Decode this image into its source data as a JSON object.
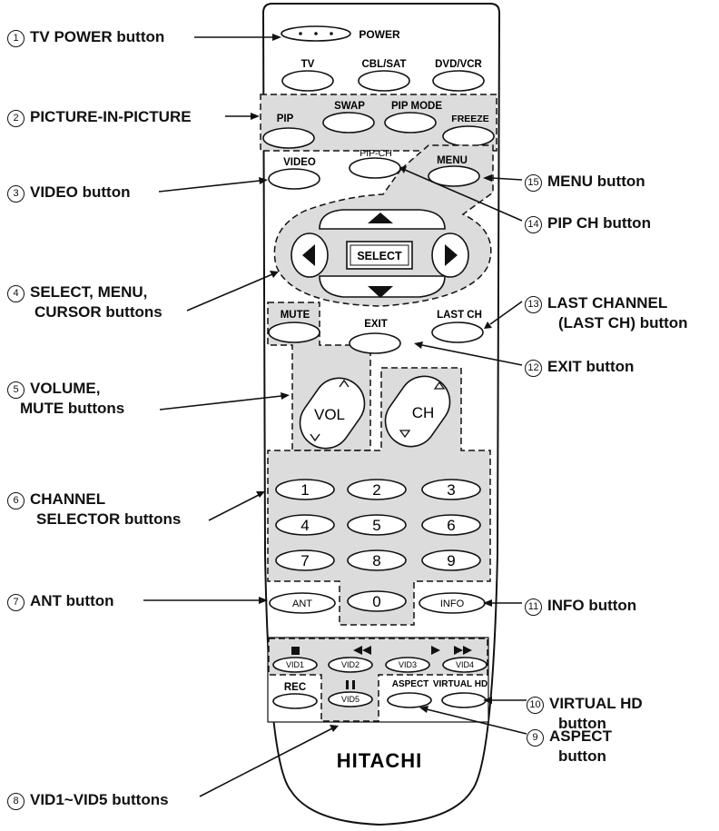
{
  "remote": {
    "brand": "HITACHI",
    "power_label": "POWER",
    "source_buttons": [
      "TV",
      "CBL/SAT",
      "DVD/VCR"
    ],
    "pip_buttons": [
      "PIP",
      "SWAP",
      "PIP MODE",
      "FREEZE"
    ],
    "video_label": "VIDEO",
    "pip_ch_label": "PIP-CH",
    "menu_label": "MENU",
    "select_label": "SELECT",
    "mute_label": "MUTE",
    "exit_label": "EXIT",
    "last_ch_label": "LAST CH",
    "vol_label": "VOL",
    "ch_label": "CH",
    "digits": [
      "1",
      "2",
      "3",
      "4",
      "5",
      "6",
      "7",
      "8",
      "9",
      "0"
    ],
    "ant_label": "ANT",
    "info_label": "INFO",
    "vid_buttons": [
      "VID1",
      "VID2",
      "VID3",
      "VID4",
      "VID5"
    ],
    "rec_label": "REC",
    "aspect_label": "ASPECT",
    "virtual_hd_label": "VIRTUAL HD"
  },
  "callouts": [
    {
      "num": "1",
      "text": "TV POWER button"
    },
    {
      "num": "2",
      "text": "PICTURE-IN-PICTURE"
    },
    {
      "num": "3",
      "text": "VIDEO button"
    },
    {
      "num": "4",
      "line1": "SELECT, MENU,",
      "line2": "CURSOR buttons"
    },
    {
      "num": "5",
      "line1": "VOLUME,",
      "line2": "MUTE buttons"
    },
    {
      "num": "6",
      "line1": "CHANNEL",
      "line2": "SELECTOR buttons"
    },
    {
      "num": "7",
      "text": "ANT button"
    },
    {
      "num": "8",
      "text": "VID1~VID5 buttons"
    },
    {
      "num": "9",
      "line1": "ASPECT",
      "line2": "button"
    },
    {
      "num": "10",
      "line1": "VIRTUAL HD",
      "line2": "button"
    },
    {
      "num": "11",
      "text": "INFO button"
    },
    {
      "num": "12",
      "text": "EXIT button"
    },
    {
      "num": "13",
      "line1": "LAST CHANNEL",
      "line2": "(LAST CH) button"
    },
    {
      "num": "14",
      "text": "PIP CH button"
    },
    {
      "num": "15",
      "text": "MENU button"
    }
  ]
}
